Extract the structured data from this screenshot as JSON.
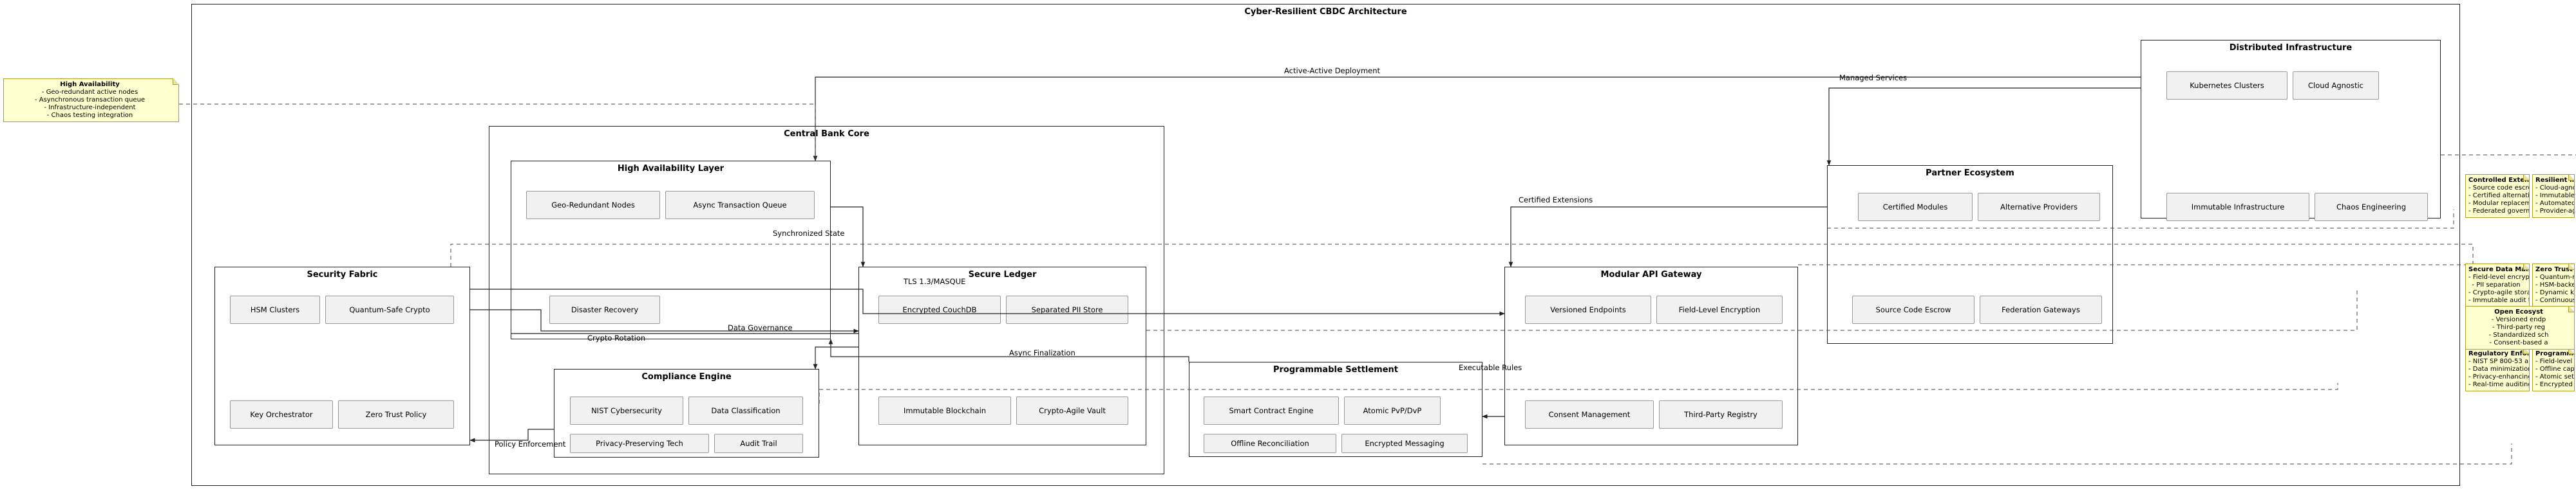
{
  "title": "Cyber-Resilient CBDC Architecture",
  "packages": {
    "core": {
      "title": "Central Bank Core"
    },
    "ha": {
      "title": "High Availability Layer",
      "items": [
        "Geo-Redundant Nodes",
        "Async Transaction Queue"
      ]
    },
    "core_misc": {
      "items": [
        "Disaster Recovery"
      ]
    },
    "ledger": {
      "title": "Secure Ledger",
      "items": [
        "Encrypted CouchDB",
        "Separated PII Store",
        "Immutable Blockchain",
        "Crypto-Agile Vault"
      ]
    },
    "compliance": {
      "title": "Compliance Engine",
      "items": [
        "NIST Cybersecurity",
        "Data Classification",
        "Privacy-Preserving Tech",
        "Audit Trail"
      ]
    },
    "security": {
      "title": "Security Fabric",
      "items": [
        "HSM Clusters",
        "Quantum-Safe Crypto",
        "Key Orchestrator",
        "Zero Trust Policy"
      ]
    },
    "settlement": {
      "title": "Programmable Settlement",
      "items": [
        "Smart Contract Engine",
        "Atomic PvP/DvP",
        "Offline Reconciliation",
        "Encrypted Messaging"
      ]
    },
    "gateway": {
      "title": "Modular API Gateway",
      "items": [
        "Versioned Endpoints",
        "Field-Level Encryption",
        "Consent Management",
        "Third-Party Registry"
      ]
    },
    "partner": {
      "title": "Partner Ecosystem",
      "items": [
        "Certified Modules",
        "Alternative Providers",
        "Source Code Escrow",
        "Federation Gateways"
      ]
    },
    "infra": {
      "title": "Distributed Infrastructure",
      "items": [
        "Kubernetes Clusters",
        "Cloud Agnostic",
        "Immutable Infrastructure",
        "Chaos Engineering"
      ]
    }
  },
  "edges": {
    "active_active": "Active-Active Deployment",
    "managed_services": "Managed Services",
    "certified_extensions": "Certified Extensions",
    "synchronized_state": "Synchronized State",
    "tls": "TLS 1.3/MASQUE",
    "data_governance": "Data Governance",
    "crypto_rotation": "Crypto Rotation",
    "async_finalization": "Async Finalization",
    "executable_rules": "Executable Rules",
    "policy_enforcement": "Policy Enforcement"
  },
  "notes": [
    {
      "title": "High Availability",
      "lines": [
        "- Geo-redundant active nodes",
        "- Asynchronous transaction queue",
        "- Infrastructure-independent",
        "- Chaos testing integration"
      ]
    },
    {
      "title": "Controlled Extensibility",
      "lines": [
        "- Source code escrow",
        "- Certified alternative providers",
        "- Modular replacement",
        "- Federated governance"
      ]
    },
    {
      "title": "Resilient Infrastructure",
      "lines": [
        "- Cloud-agnostic deployment",
        "- Immutable containers",
        "- Automated failover",
        "- Provider-agnostic design"
      ]
    },
    {
      "title": "Secure Data Management",
      "lines": [
        "- Field-level encryption",
        "- PII separation",
        "- Crypto-agile storage",
        "- Immutable audit trail"
      ]
    },
    {
      "title": "Zero Trust Security",
      "lines": [
        "- Quantum-resistant crypto",
        "- HSM-backed operations",
        "- Dynamic key management",
        "- Continuous authentication"
      ]
    },
    {
      "title": "Open Ecosyst",
      "lines": [
        "- Versioned endp",
        "- Third-party reg",
        "- Standardized sch",
        "- Consent-based a"
      ]
    },
    {
      "title": "Regulatory Enforcement",
      "lines": [
        "- NIST SP 800-53 aligned",
        "- Data minimization",
        "- Privacy-enhancing tech",
        "- Real-time auditing"
      ]
    },
    {
      "title": "Programmable Money",
      "lines": [
        "- Field-level privacy",
        "- Offline capability",
        "- Atomic settlements",
        "- Encrypted workflows"
      ]
    }
  ],
  "colors": {
    "note_bg": "#fefece",
    "note_border": "#b0a030",
    "module_bg": "#f1f1f1"
  }
}
